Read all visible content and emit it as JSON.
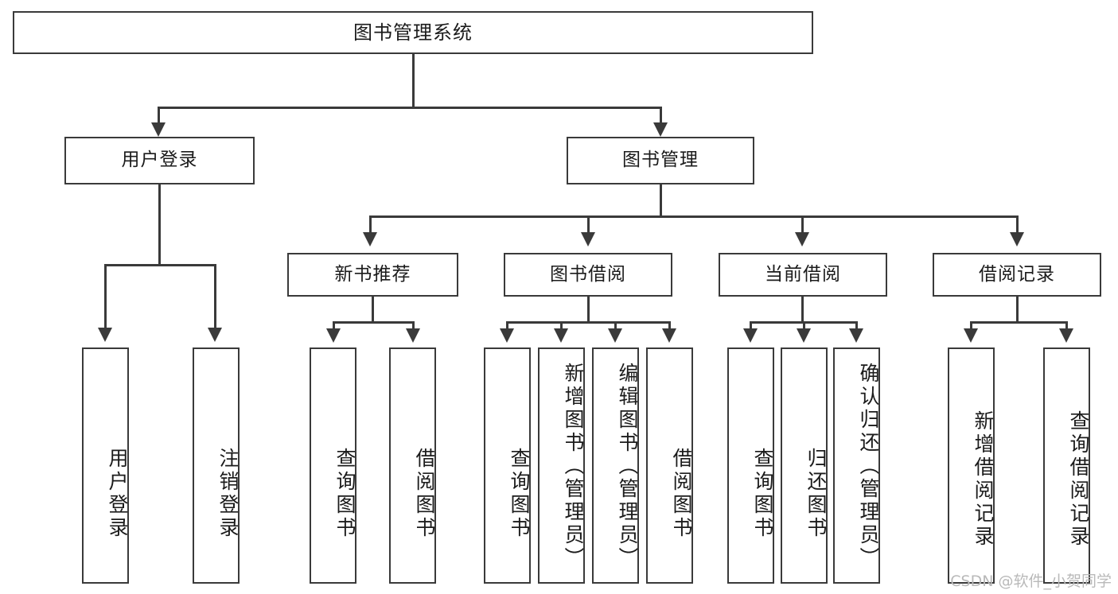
{
  "diagram": {
    "type": "tree",
    "title": "图书管理系统",
    "root": {
      "label": "图书管理系统"
    },
    "level2": [
      {
        "id": "user-login",
        "label": "用户登录"
      },
      {
        "id": "book-management",
        "label": "图书管理"
      }
    ],
    "level3": [
      {
        "id": "new-book-recommend",
        "label": "新书推荐",
        "parent": "book-management"
      },
      {
        "id": "book-borrow",
        "label": "图书借阅",
        "parent": "book-management"
      },
      {
        "id": "current-borrow",
        "label": "当前借阅",
        "parent": "book-management"
      },
      {
        "id": "borrow-record",
        "label": "借阅记录",
        "parent": "book-management"
      }
    ],
    "leaves": {
      "user-login": [
        {
          "id": "leaf-user-login",
          "label": "用户登录"
        },
        {
          "id": "leaf-logout-login",
          "label": "注销登录"
        }
      ],
      "new-book-recommend": [
        {
          "id": "leaf-query-book-1",
          "label": "查询图书"
        },
        {
          "id": "leaf-borrow-book-1",
          "label": "借阅图书"
        }
      ],
      "book-borrow": [
        {
          "id": "leaf-query-book-2",
          "label": "查询图书"
        },
        {
          "id": "leaf-add-book",
          "label": "新增图书（管理员）"
        },
        {
          "id": "leaf-edit-book",
          "label": "编辑图书（管理员）"
        },
        {
          "id": "leaf-borrow-book-2",
          "label": "借阅图书"
        }
      ],
      "current-borrow": [
        {
          "id": "leaf-query-book-3",
          "label": "查询图书"
        },
        {
          "id": "leaf-return-book",
          "label": "归还图书"
        },
        {
          "id": "leaf-confirm-return",
          "label": "确认归还（管理员）"
        }
      ],
      "borrow-record": [
        {
          "id": "leaf-add-borrow-record",
          "label": "新增借阅记录"
        },
        {
          "id": "leaf-query-borrow-record",
          "label": "查询借阅记录"
        }
      ]
    }
  },
  "watermark": {
    "text": "CSDN @软件_小贺同学"
  },
  "colors": {
    "stroke": "#3a3a3a",
    "text": "#1b1b1b",
    "background": "#ffffff",
    "watermark": "#b9b9b9"
  }
}
